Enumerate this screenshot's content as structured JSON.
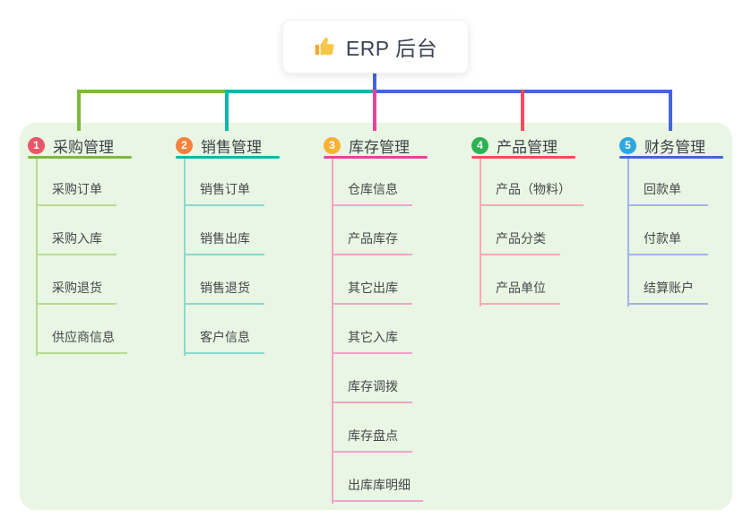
{
  "root": {
    "label": "ERP 后台",
    "icon": "thumbs-up-icon",
    "stem_color": "#4565d9"
  },
  "canvas": {
    "background": "#ffffff",
    "panel_background": "#e9f6e3"
  },
  "connector": {
    "segments": [
      {
        "name": "left-green",
        "color": "#7db93f"
      },
      {
        "name": "mid-teal",
        "color": "#0fb7a8"
      },
      {
        "name": "right-blue",
        "color": "#4565d9"
      }
    ]
  },
  "branches": [
    {
      "badge": "1",
      "label": "采购管理",
      "badge_color": "#eb5666",
      "line_color": "#7db93f",
      "light_color": "#b7da91",
      "children": [
        "采购订单",
        "采购入库",
        "采购退货",
        "供应商信息"
      ]
    },
    {
      "badge": "2",
      "label": "销售管理",
      "badge_color": "#f5823c",
      "line_color": "#0fb7a8",
      "light_color": "#8ad8ce",
      "children": [
        "销售订单",
        "销售出库",
        "销售退货",
        "客户信息"
      ]
    },
    {
      "badge": "3",
      "label": "库存管理",
      "badge_color": "#f7b234",
      "line_color": "#e8439a",
      "light_color": "#f3a2cb",
      "children": [
        "仓库信息",
        "产品库存",
        "其它出库",
        "其它入库",
        "库存调拨",
        "库存盘点",
        "出库库明细"
      ]
    },
    {
      "badge": "4",
      "label": "产品管理",
      "badge_color": "#2eb251",
      "line_color": "#f74a5e",
      "light_color": "#fba8b1",
      "children": [
        "产品（物料）",
        "产品分类",
        "产品单位"
      ]
    },
    {
      "badge": "5",
      "label": "财务管理",
      "badge_color": "#2ca7e0",
      "line_color": "#4565d9",
      "light_color": "#a2b2ec",
      "children": [
        "回款单",
        "付款单",
        "结算账户"
      ]
    }
  ]
}
